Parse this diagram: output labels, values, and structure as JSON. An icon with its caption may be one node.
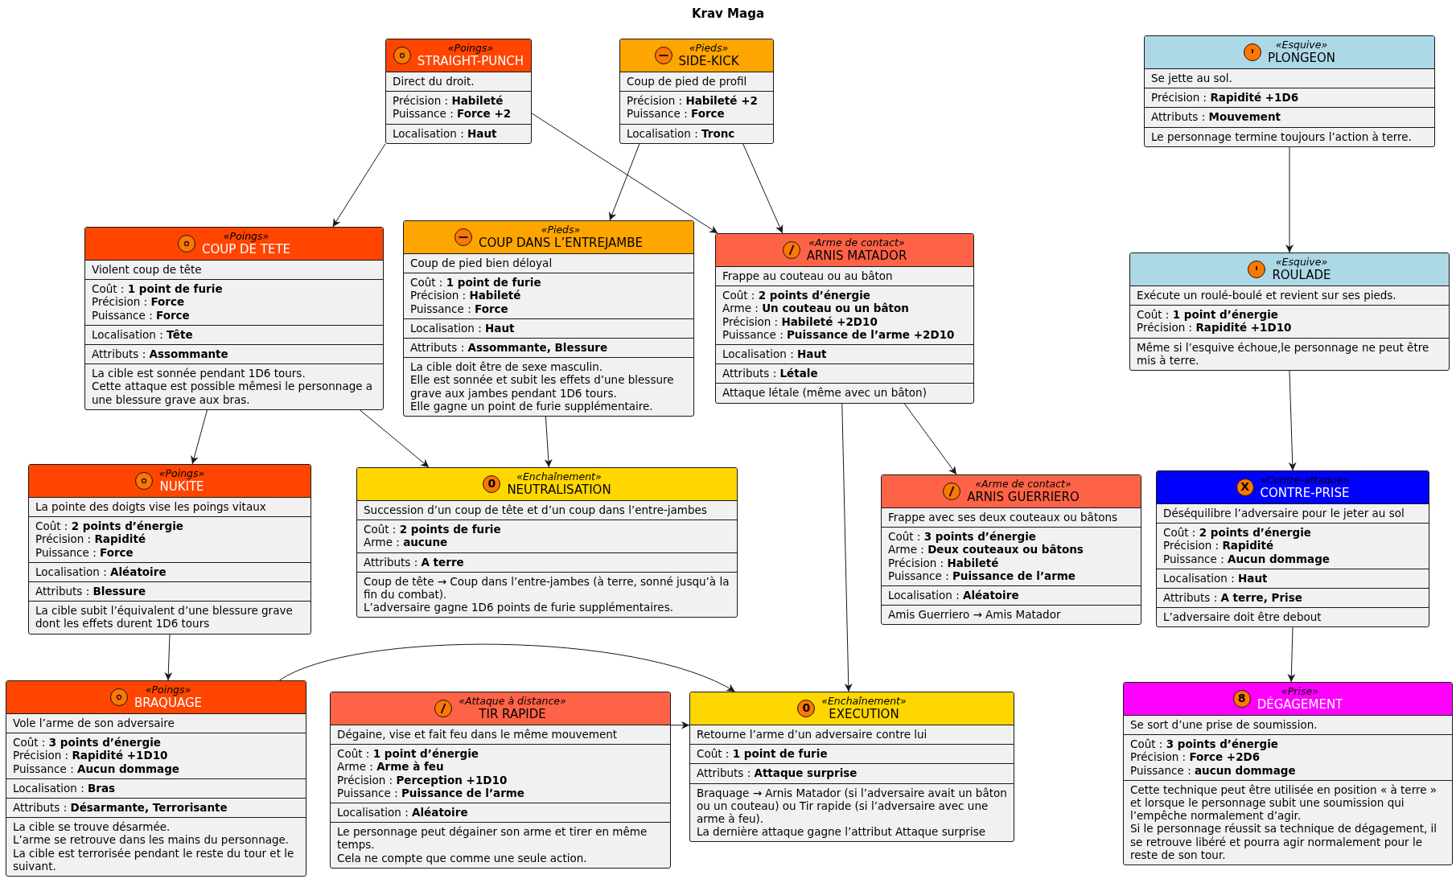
{
  "diagram": {
    "title": "Krav Maga",
    "nodes": [
      {
        "text": [
          "«Poings»",
          "STRAIGHT-PUNCH",
          "Direct du droit.",
          "Précision : **Habileté**",
          "Puissance : **Force +2**",
          "Localisation : **Haut**"
        ]
      },
      {
        "text": [
          "«Pieds»",
          "SIDE-KICK",
          "Coup de pied de profil",
          "Précision : **Habileté +2**",
          "Puissance : **Force**",
          "Localisation : **Tronc**"
        ]
      },
      {
        "text": [
          "«Esquive»",
          "PLONGEON",
          "Se jette au sol.",
          "Précision : **Rapidité +1D6**",
          "Attributs : **Mouvement**",
          "Le personnage termine toujours l’action à terre."
        ]
      },
      {
        "text": [
          "«Poings»",
          "COUP DE TETE",
          "Violent coup de tête",
          "Coût : **1 point de furie**",
          "Précision : **Force**",
          "Puissance : **Force**",
          "Localisation : **Tête**",
          "Attributs : **Assommante**",
          "La cible est sonnée pendant 1D6 tours.",
          "Cette attaque est possible mêmesi le personnage a une blessure grave aux bras."
        ]
      },
      {
        "text": [
          "«Pieds»",
          "COUP DANS L’ENTREJAMBE",
          "Coup de pied bien déloyal",
          "Coût : **1 point de furie**",
          "Précision : **Habileté**",
          "Puissance : **Force**",
          "Localisation : **Haut**",
          "Attributs : **Assommante, Blessure**",
          "La cible doit être de sexe masculin.",
          "Elle est sonnée et subit les effets d’une blessure grave aux jambes pendant 1D6 tours.",
          "Elle gagne un point de furie supplémentaire."
        ]
      },
      {
        "text": [
          "«Arme de contact»",
          "ARNIS MATADOR",
          "Frappe au couteau ou au bâton",
          "Coût : **2 points d’énergie**",
          "Arme : **Un couteau ou un bâton**",
          "Précision : **Habileté +2D10**",
          "Puissance : **Puissance de l’arme +2D10**",
          "Localisation : **Haut**",
          "Attributs : **Létale**",
          "Attaque létale (même avec un bâton)"
        ]
      },
      {
        "text": [
          "«Esquive»",
          "ROULADE",
          "Exécute un roulé-boulé et revient sur ses pieds.",
          "Coût : **1 point d’énergie**",
          "Précision : **Rapidité +1D10**",
          "Même si l’esquive échoue,le personnage ne peut être mis à terre."
        ]
      },
      {
        "text": [
          "«Poings»",
          "NUKITE",
          "La pointe des doigts vise les poings vitaux",
          "Coût : **2 points d’énergie**",
          "Précision : **Rapidité**",
          "Puissance : **Force**",
          "Localisation : **Aléatoire**",
          "Attributs : **Blessure**",
          "La cible subit l’équivalent d’une blessure grave dont les effets durent 1D6 tours"
        ]
      },
      {
        "text": [
          "0",
          "«Enchaînement»",
          "NEUTRALISATION",
          "Succession d’un coup de tête et d’un coup dans l’entre-jambes",
          "Coût : **2 points de furie**",
          "Arme : **aucune**",
          "Attributs : **A terre**",
          "Coup de tête → Coup dans l’entre-jambes (à terre, sonné jusqu’à la fin du combat).",
          "L’adversaire gagne 1D6 points de furie supplémentaires."
        ]
      },
      {
        "text": [
          "«Arme de contact»",
          "ARNIS GUERRIERO",
          "Frappe avec ses deux couteaux ou bâtons",
          "Coût : **3 points d’énergie**",
          "Arme : **Deux couteaux ou bâtons**",
          "Précision : **Habileté**",
          "Puissance : **Puissance de l’arme**",
          "Localisation : **Aléatoire**",
          "Amis Guerriero → Amis Matador"
        ]
      },
      {
        "text": [
          "X",
          "«Contre-attaque»",
          "CONTRE-PRISE",
          "Déséquilibre l’adversaire pour le jeter au sol",
          "Coût : **2 points d’énergie**",
          "Précision : **Rapidité**",
          "Puissance : **Aucun dommage**",
          "Localisation : **Haut**",
          "Attributs : **A terre, Prise**",
          "L’adversaire doit être debout"
        ]
      },
      {
        "text": [
          "«Poings»",
          "BRAQUAGE",
          "Vole l’arme de son adversaire",
          "Coût : **3 points d’énergie**",
          "Précision : **Rapidité +1D10**",
          "Puissance : **Aucun dommage**",
          "Localisation : **Bras**",
          "Attributs : **Désarmante, Terrorisante**",
          "La cible se trouve désarmée.",
          "L’arme se retrouve dans les mains du personnage.",
          "La cible est terrorisée pendant le reste du tour et le suivant."
        ]
      },
      {
        "text": [
          "«Attaque à distance»",
          "TIR RAPIDE",
          "Dégaine, vise et fait feu dans le même mouvement",
          "Coût : **1 point d’énergie**",
          "Arme : **Arme à feu**",
          "Précision : **Perception +1D10**",
          "Puissance : **Puissance de l’arme**",
          "Localisation : **Aléatoire**",
          "Le personnage peut dégainer son arme et tirer en même temps.",
          "Cela ne compte que comme une seule action."
        ]
      },
      {
        "text": [
          "0",
          "«Enchaînement»",
          "EXECUTION",
          "Retourne l’arme d’un adversaire contre lui",
          "Coût : **1 point de furie**",
          "Attributs : **Attaque surprise**",
          "Braquage → Arnis Matador (si l’adversaire avait un bâton ou un couteau) ou Tir rapide (si l’adversaire avec une arme à feu).",
          "La dernière attaque gagne l’attribut Attaque surprise"
        ]
      },
      {
        "text": [
          "8",
          "«Prise»",
          "DÉGAGEMENT",
          "Se sort d’une prise de soumission.",
          "Coût : **3 points d’énergie**",
          "Précision : **Force +2D6**",
          "Puissance : **aucun dommage**",
          "Cette technique peut être utilisée en position « à terre » et lorsque le personnage subit une soumission qui l’empêche normalement d’agir.",
          "Si le personnage réussit sa technique de dégagement, il se retrouve libéré et pourra agir normalement pour le reste de son tour."
        ]
      }
    ],
    "edges": [
      {
        "from": 0,
        "to": 3,
        "arrow": "to"
      },
      {
        "from": 0,
        "to": 5,
        "arrow": "to"
      },
      {
        "from": 1,
        "to": 4,
        "arrow": "to"
      },
      {
        "from": 1,
        "to": 5,
        "arrow": "to"
      },
      {
        "from": 2,
        "to": 6,
        "arrow": "to"
      },
      {
        "from": 3,
        "to": 7,
        "arrow": "to"
      },
      {
        "from": 3,
        "to": 8,
        "arrow": "to"
      },
      {
        "from": 4,
        "to": 8,
        "arrow": "to"
      },
      {
        "from": 5,
        "to": 13,
        "arrow": "to"
      },
      {
        "from": 5,
        "to": 9,
        "arrow": "to"
      },
      {
        "from": 6,
        "to": 10,
        "arrow": "to"
      },
      {
        "from": 7,
        "to": 11,
        "arrow": "to"
      },
      {
        "from": 10,
        "to": 14,
        "arrow": "to"
      },
      {
        "from": 11,
        "to": 13,
        "arrow": "to"
      },
      {
        "from": 12,
        "to": 13,
        "arrow": "to"
      }
    ]
  }
}
